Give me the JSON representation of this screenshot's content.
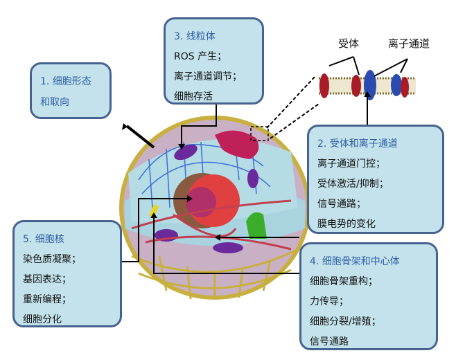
{
  "membrane_labels": {
    "receptor": "受体",
    "ion_channel": "离子通道"
  },
  "boxes": {
    "b1": {
      "title": "1. 细胞形态",
      "lines": [
        "和取向"
      ]
    },
    "b3": {
      "title": "3. 线粒体",
      "lines": [
        "ROS 产生；",
        "离子通道调节；",
        "细胞存活"
      ]
    },
    "b2": {
      "title": "2. 受体和离子通道",
      "lines": [
        "离子通道门控；",
        "受体激活/抑制；",
        "信号通路；",
        "膜电势的变化"
      ]
    },
    "b5": {
      "title": "5. 细胞核",
      "lines": [
        "染色质凝聚；",
        "基因表达；",
        "重新编程；",
        "细胞分化"
      ]
    },
    "b4": {
      "title": "4. 细胞骨架和中心体",
      "lines": [
        "细胞骨架重构；",
        "力传导；",
        "细胞分裂/增殖；",
        "信号通路"
      ]
    }
  },
  "colors": {
    "box_fill": "#c3e2eb",
    "box_border": "#46628f",
    "title": "#2f5fa5"
  }
}
